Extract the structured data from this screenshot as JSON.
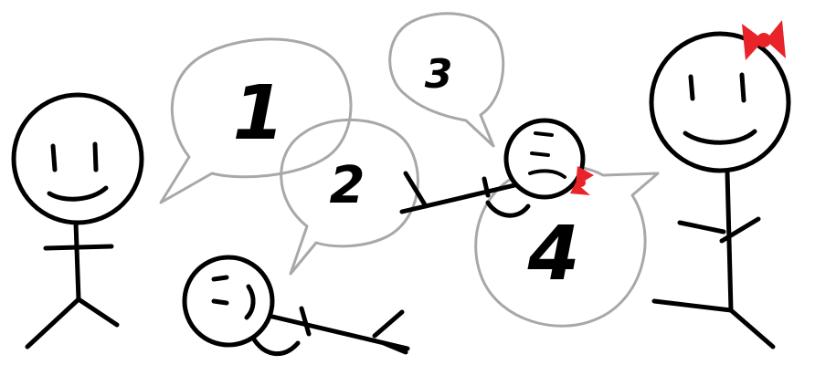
{
  "bubbles": [
    {
      "label": "1"
    },
    {
      "label": "2"
    },
    {
      "label": "3"
    },
    {
      "label": "4"
    }
  ],
  "colors": {
    "ink": "#000000",
    "bubble_outline": "#a8a8a8",
    "bow": "#e8232a",
    "background": "#ffffff"
  },
  "figures": [
    {
      "role": "standing stick figure, left"
    },
    {
      "role": "stick figure lying on ground"
    },
    {
      "role": "stick figure falling, with red bow"
    },
    {
      "role": "standing stick figure with red bow, right"
    }
  ]
}
